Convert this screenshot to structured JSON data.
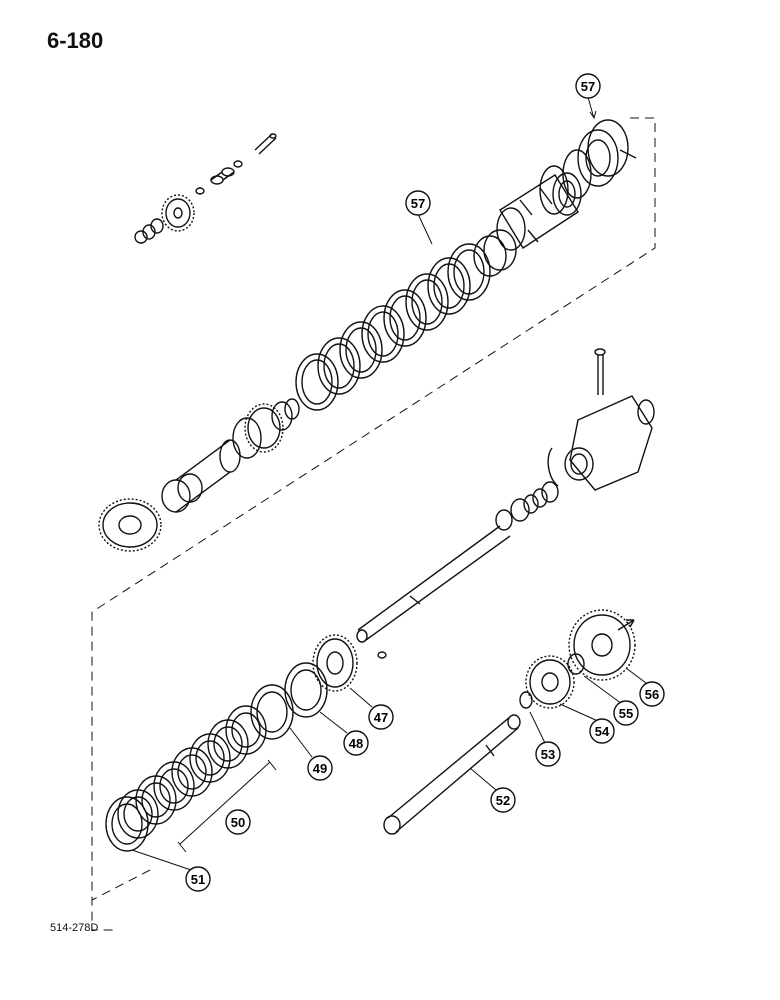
{
  "page": {
    "page_number": "6-180",
    "figure_code": "514-278D"
  },
  "callouts": [
    {
      "id": "c57a",
      "label": "57"
    },
    {
      "id": "c57b",
      "label": "57"
    },
    {
      "id": "c47",
      "label": "47"
    },
    {
      "id": "c48",
      "label": "48"
    },
    {
      "id": "c49",
      "label": "49"
    },
    {
      "id": "c50",
      "label": "50"
    },
    {
      "id": "c51",
      "label": "51"
    },
    {
      "id": "c52",
      "label": "52"
    },
    {
      "id": "c53",
      "label": "53"
    },
    {
      "id": "c54",
      "label": "54"
    },
    {
      "id": "c55",
      "label": "55"
    },
    {
      "id": "c56",
      "label": "56"
    }
  ]
}
